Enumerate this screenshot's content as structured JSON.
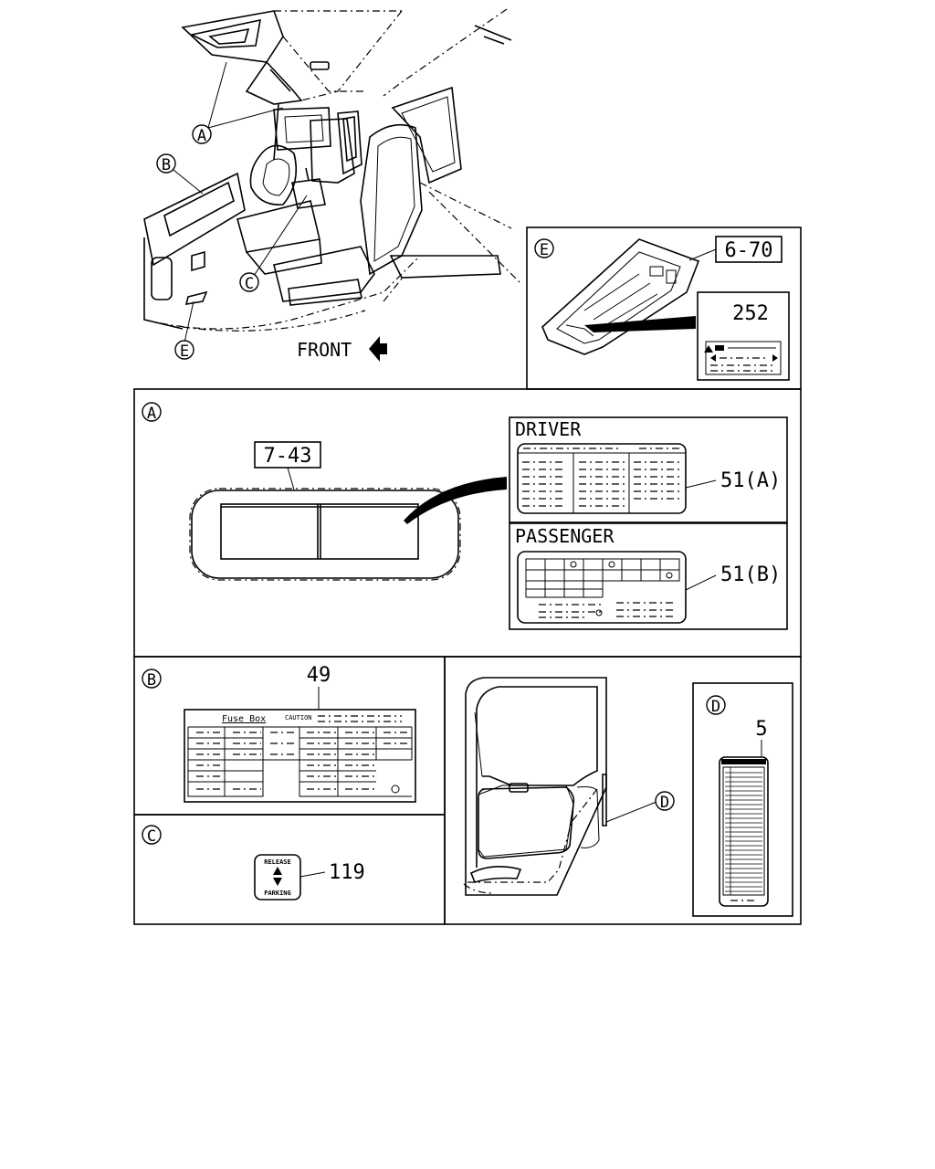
{
  "overview": {
    "callouts": [
      "A",
      "B",
      "C",
      "E"
    ],
    "direction_label": "FRONT"
  },
  "panel_e": {
    "marker": "E",
    "ref_box": "6-70",
    "part_no": "252"
  },
  "panel_a": {
    "marker": "A",
    "ref_box": "7-43",
    "driver_title": "DRIVER",
    "driver_part": "51(A)",
    "passenger_title": "PASSENGER",
    "passenger_part": "51(B)"
  },
  "panel_b": {
    "marker": "B",
    "part_no": "49",
    "label_title": "Fuse Box",
    "label_caution": "CAUTION"
  },
  "panel_c": {
    "marker": "C",
    "part_no": "119",
    "label_top": "RELEASE",
    "label_bottom": "PARKING"
  },
  "panel_d": {
    "marker": "D",
    "callout": "D",
    "part_no": "5"
  }
}
